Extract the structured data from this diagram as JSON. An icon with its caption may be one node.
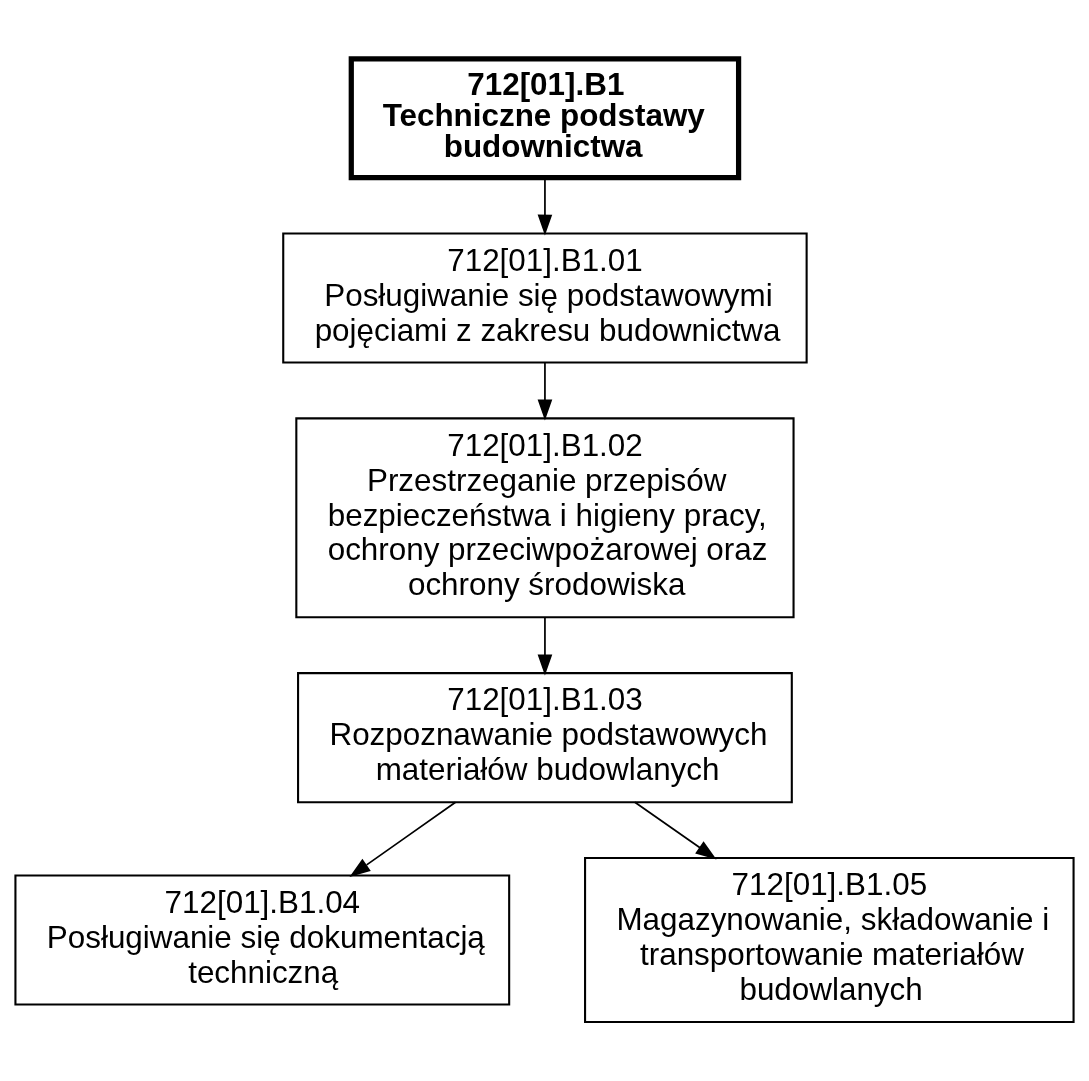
{
  "diagram": {
    "nodes": [
      {
        "text": [
          "712[01].B1",
          "Techniczne podstawy budownictwa"
        ]
      },
      {
        "text": [
          "712[01].B1.01",
          "Posługiwanie się podstawowymi pojęciami z zakresu budownictwa"
        ]
      },
      {
        "text": [
          "712[01].B1.02",
          "Przestrzeganie przepisów bezpieczeństwa i higieny pracy, ochrony przeciwpożarowej oraz ochrony środowiska"
        ]
      },
      {
        "text": [
          "712[01].B1.03",
          "Rozpoznawanie podstawowych materiałów budowlanych"
        ]
      },
      {
        "text": [
          "712[01].B1.04",
          "Posługiwanie się dokumentacją techniczną"
        ]
      },
      {
        "text": [
          "712[01].B1.05",
          "Magazynowanie, składowanie i transportowanie materiałów budowlanych"
        ]
      }
    ],
    "edges": [
      {
        "from": 0,
        "to": 1,
        "arrow": "to"
      },
      {
        "from": 1,
        "to": 2,
        "arrow": "to"
      },
      {
        "from": 2,
        "to": 3,
        "arrow": "to"
      },
      {
        "from": 3,
        "to": 4,
        "arrow": "to"
      },
      {
        "from": 3,
        "to": 5,
        "arrow": "to"
      }
    ]
  }
}
